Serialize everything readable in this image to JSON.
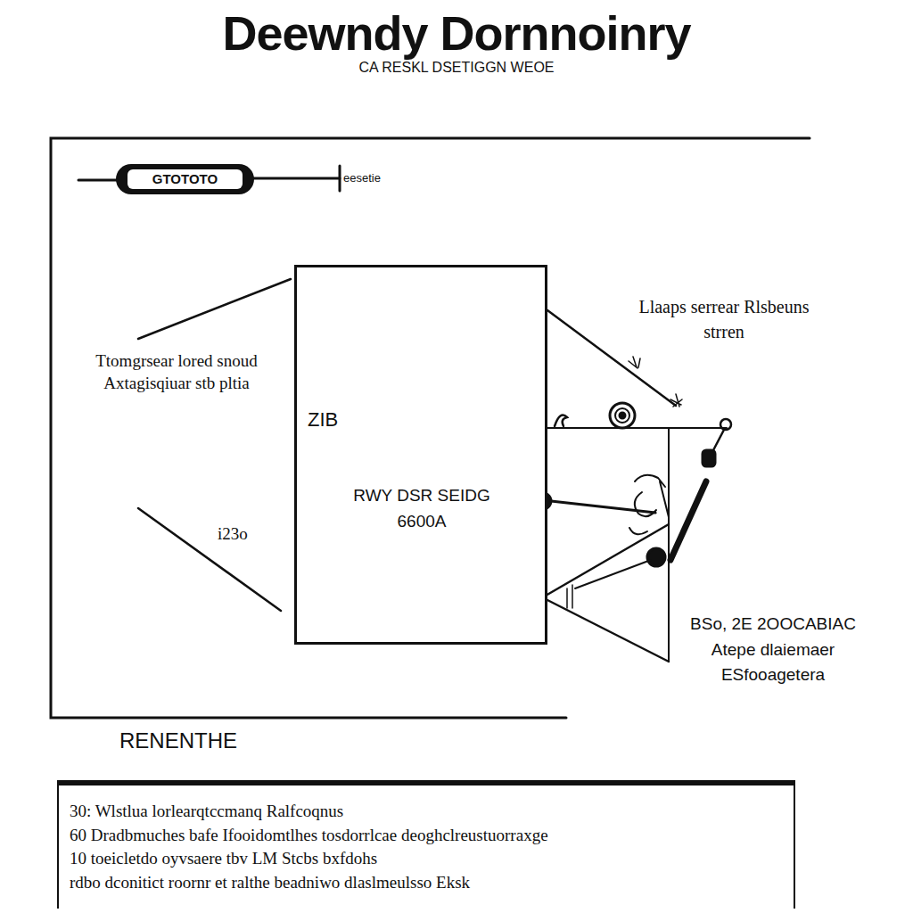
{
  "diagram": {
    "title": "Deewndy Dornnoinry",
    "nodes": [
      {
        "text": [
          "ZIB",
          "RWY DSR SEIDG 6600A"
        ]
      },
      {
        "text": [
          "30: Wlstlua lorlearqtccmanq Ralfcoqnus",
          "60 Dradbmuches bafe Ifooidomtlhes tosdorrlcae deoghclreustuorraxge",
          "10 toeicletdo oyvsaere tbv LM Stcbs bxfdohs",
          "rdbo dconitict roornr et ralthe beadniwo dlaslmeulsso Eksk"
        ]
      }
    ],
    "labels": [
      "CA RESKL DSETIGGN WEOE",
      "GTOTOTO",
      "eesetie",
      "Ttomgrsear lored snoud Axtagisqiuar stb pltia",
      "Llaaps serrear Rlsbeuns strren",
      "i23o",
      "BSo, 2E 2OOCABIAC Atepe dlaiemaer ESfooagetera",
      "RENENTHE"
    ]
  }
}
